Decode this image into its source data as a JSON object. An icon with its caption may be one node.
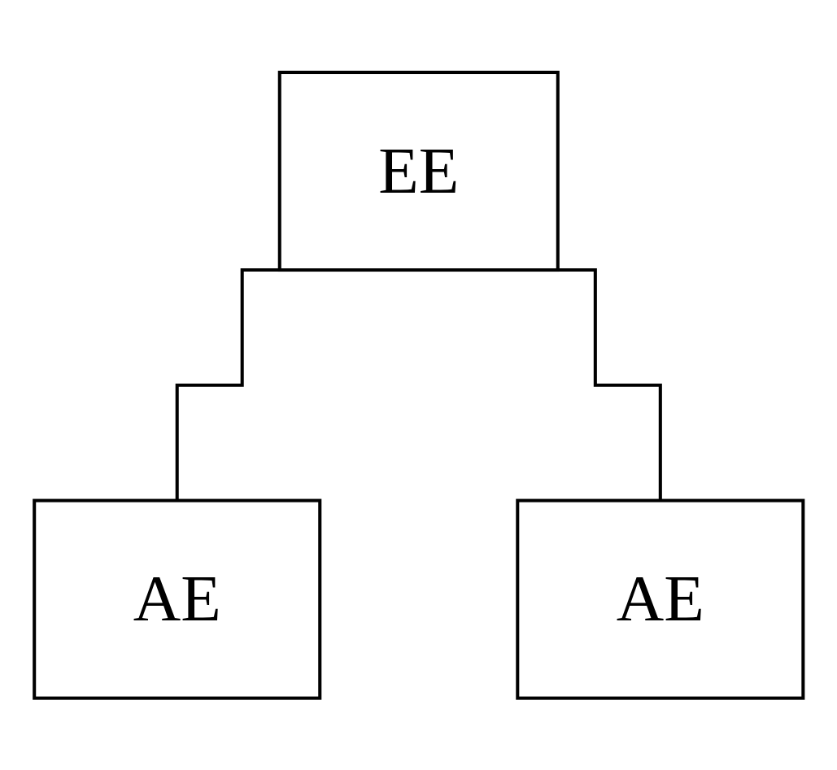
{
  "diagram": {
    "nodes": [
      {
        "text": [
          "EE"
        ]
      },
      {
        "text": [
          "AE"
        ]
      },
      {
        "text": [
          "AE"
        ]
      }
    ],
    "edges": [
      {
        "from": 0,
        "to": 1,
        "arrow": "none"
      },
      {
        "from": 0,
        "to": 2,
        "arrow": "none"
      }
    ]
  }
}
